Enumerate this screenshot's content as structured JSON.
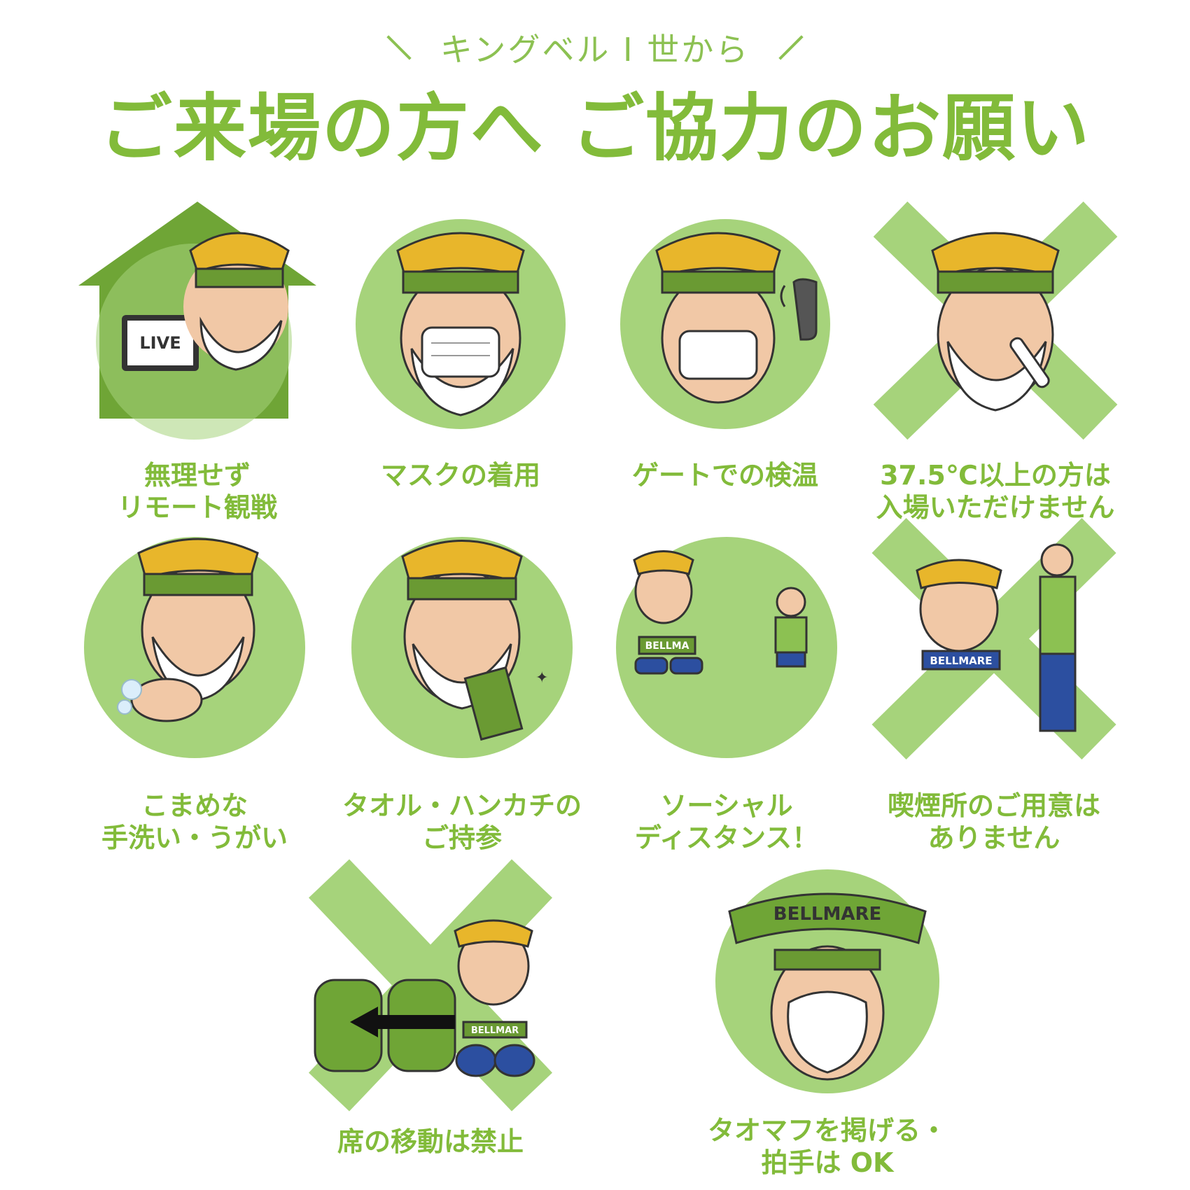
{
  "header": {
    "subtitle": "キングベル I 世から",
    "title": "ご来場の方へ ご協力のお願い"
  },
  "colors": {
    "circle": "#a6d37b",
    "circle_dark": "#6fa536",
    "text_green": "#82bb3a",
    "headband": "#6a9a33",
    "crown": "#e8b62b",
    "skin": "#f1c8a6"
  },
  "items": [
    {
      "lines": [
        "無理せず",
        "リモート観戦"
      ],
      "icon": "house-live-icon",
      "screen_text": "LIVE"
    },
    {
      "lines": [
        "マスクの着用"
      ],
      "icon": "mask-icon"
    },
    {
      "lines": [
        "ゲートでの検温"
      ],
      "icon": "thermometer-gun-icon"
    },
    {
      "lines": [
        "37.5℃以上の方は",
        "入場いただけません"
      ],
      "icon": "fever-cross-icon"
    },
    {
      "lines": [
        "こまめな",
        "手洗い・うがい"
      ],
      "icon": "handwash-icon"
    },
    {
      "lines": [
        "タオル・ハンカチの",
        "ご持参"
      ],
      "icon": "towel-icon"
    },
    {
      "lines": [
        "ソーシャル",
        "ディスタンス！"
      ],
      "icon": "social-distance-icon",
      "belt_text": "BELLMA"
    },
    {
      "lines": [
        "喫煙所のご用意は",
        "ありません"
      ],
      "icon": "no-smoking-cross-icon",
      "belt_text": "BELLMARE"
    },
    {
      "lines": [
        "席の移動は禁止"
      ],
      "icon": "seat-move-cross-icon",
      "belt_text": "BELLMAR"
    },
    {
      "lines": [
        "タオマフを掲げる・",
        "拍手は OK"
      ],
      "icon": "towel-muffler-icon",
      "banner_text": "BELLMARE"
    }
  ]
}
